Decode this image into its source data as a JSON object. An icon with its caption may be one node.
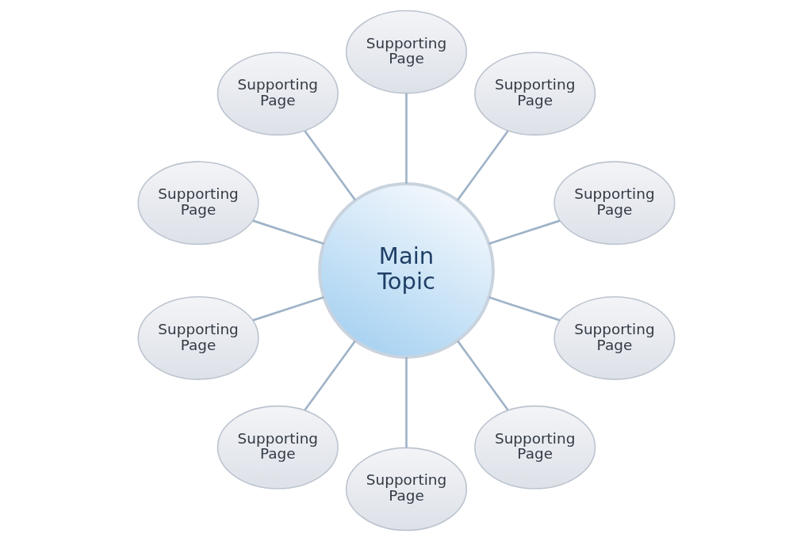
{
  "diagram": {
    "nodes": [
      {
        "text": [
          "Supporting Page"
        ]
      },
      {
        "text": [
          "Supporting Page"
        ]
      },
      {
        "text": [
          "Supporting Page"
        ]
      },
      {
        "text": [
          "Supporting Page"
        ]
      },
      {
        "text": [
          "Supporting Page"
        ]
      },
      {
        "text": [
          "Main Topic"
        ]
      },
      {
        "text": [
          "Supporting Page"
        ]
      },
      {
        "text": [
          "Supporting Page"
        ]
      },
      {
        "text": [
          "Supporting Page"
        ]
      },
      {
        "text": [
          "Supporting Page"
        ]
      },
      {
        "text": [
          "Supporting Page"
        ]
      }
    ],
    "edges": [
      {
        "from": 5,
        "to": 0,
        "arrow": "none"
      },
      {
        "from": 5,
        "to": 1,
        "arrow": "none"
      },
      {
        "from": 5,
        "to": 3,
        "arrow": "none"
      },
      {
        "from": 5,
        "to": 6,
        "arrow": "none"
      },
      {
        "from": 5,
        "to": 8,
        "arrow": "none"
      },
      {
        "from": 5,
        "to": 10,
        "arrow": "none"
      },
      {
        "from": 5,
        "to": 9,
        "arrow": "none"
      },
      {
        "from": 5,
        "to": 7,
        "arrow": "none"
      },
      {
        "from": 5,
        "to": 4,
        "arrow": "none"
      },
      {
        "from": 5,
        "to": 2,
        "arrow": "none"
      }
    ]
  }
}
